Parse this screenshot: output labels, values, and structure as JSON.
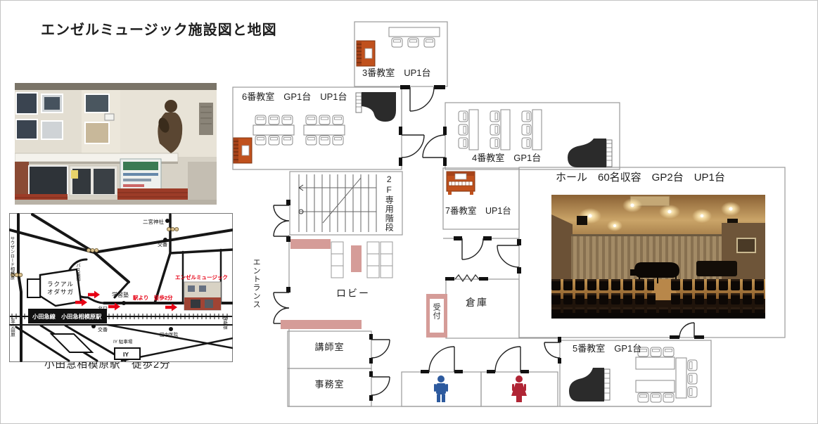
{
  "title": "エンゼルミュージック施設図と地図",
  "floorplan": {
    "room3_label": "3番教室　UP1台",
    "room6_label": "6番教室　GP1台　UP1台",
    "room4_label": "4番教室　GP1台",
    "room7_label": "7番教室　UP1台",
    "room5_label": "5番教室　GP1台",
    "hall_label": "ホール　60名収容　GP2台　UP1台",
    "lobby": "ロビー",
    "stairs_2f": "2F専用階段",
    "entrance": "エントランス",
    "reception": "受付",
    "storage": "倉庫",
    "teacher_room": "講師室",
    "office": "事務室"
  },
  "map": {
    "caption": "小田急相模原駅　徒歩2分",
    "station_box": "小田急線　小田急相模原駅",
    "labels": {
      "southern_road": "サウザンロード相模原",
      "ninomiya_shrine": "二宮神社",
      "koban_north": "交番",
      "bus_stop": "バス乗場",
      "laqual_1": "ラクアル",
      "laqual_2": "オダサガ",
      "north_exit": "北口",
      "cram_school": "学習塾",
      "angel_music": "エンゼルミュージック",
      "route_note": "駅より　徒歩2分",
      "to_odawara": "至小田原",
      "to_shinjuku": "至新宿",
      "koban_south": "交番",
      "tanaka_clinic": "田中医院",
      "iy_parking": "IY 駐車場",
      "iy": "IY"
    }
  },
  "colors": {
    "upright_piano": "#c0511d",
    "grand_piano": "#2b2b2b",
    "lobby_pink": "#d59c98",
    "male_blue": "#2d5a9e",
    "female_red": "#b02535",
    "route_red": "#e60014"
  }
}
